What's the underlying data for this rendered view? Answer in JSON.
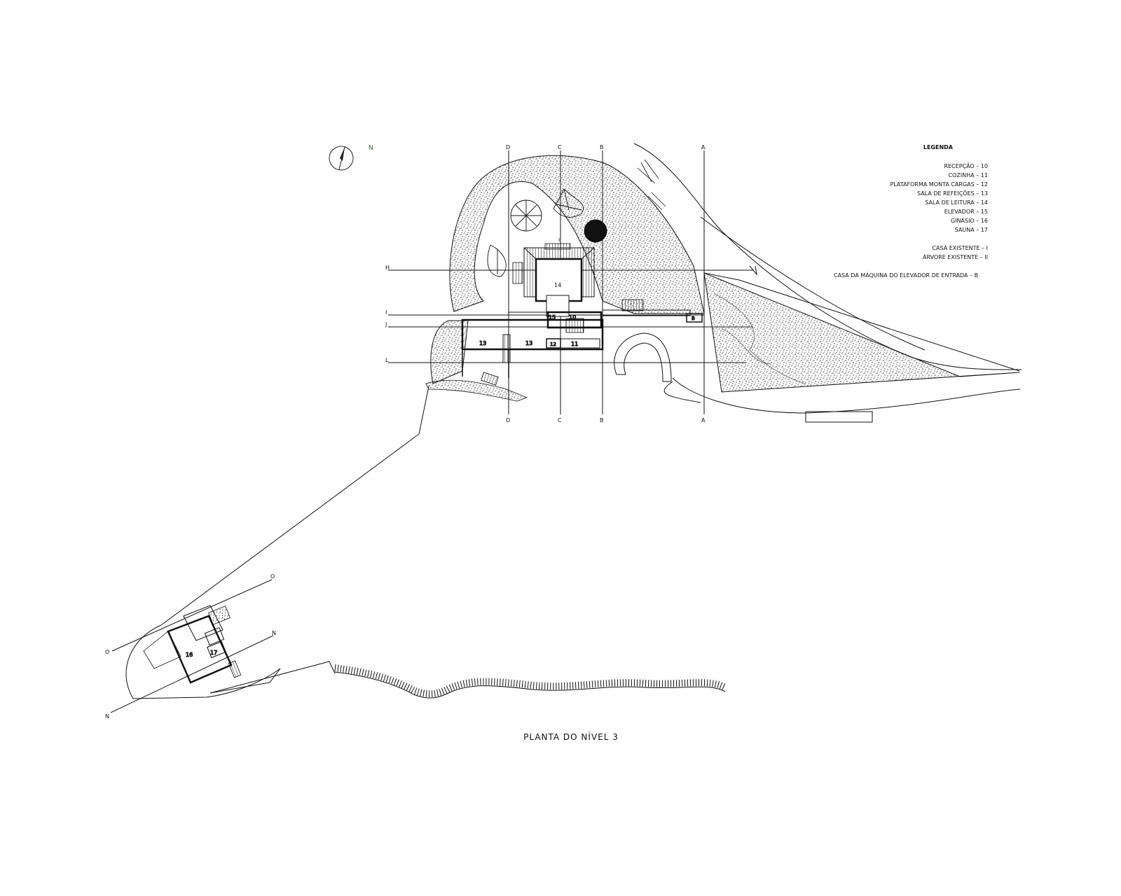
{
  "drawing": {
    "title": "PLANTA DO NÍVEL 3",
    "north_label": "N"
  },
  "legend": {
    "title": "LEGENDA",
    "rooms": [
      "RECEPÇÃO – 10",
      "COZINHA – 11",
      "PLATAFORMA MONTA CARGAS – 12",
      "SALA DE REFEIÇÕES – 13",
      "SALA DE LEITURA – 14",
      "ELEVADOR – 15",
      "GINÁSIO – 16",
      "SAUNA – 17"
    ],
    "existing": [
      "CASA EXISTENTE – I",
      "ÁRVORE EXISTENTE – II"
    ],
    "machine": "CASA DA MÁQUINA DO ELEVADOR DE ENTRADA – B"
  },
  "section_lines": {
    "vertical": [
      "D",
      "C",
      "B",
      "A"
    ],
    "horizontal": [
      "H",
      "I",
      "J",
      "L"
    ],
    "lower": [
      "O",
      "N"
    ]
  },
  "room_numbers": {
    "reading_room": "14",
    "elevator": "15",
    "reception": "10",
    "dining_a": "13",
    "dining_b": "13",
    "freight": "12",
    "kitchen": "11",
    "gym": "16",
    "sauna": "17",
    "existing_house": "I",
    "machine_room": "B"
  }
}
